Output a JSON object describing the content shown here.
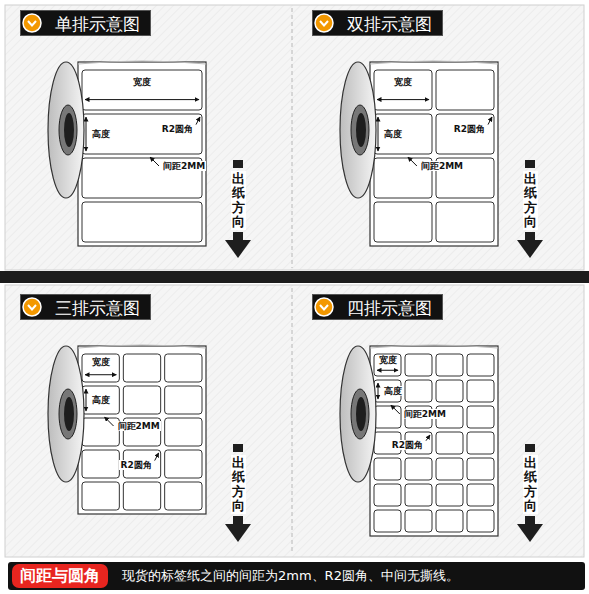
{
  "diagram": {
    "nodes": [
      {
        "text": [
          "单排示意图"
        ]
      },
      {
        "text": [
          "双排示意图"
        ]
      },
      {
        "text": [
          "三排示意图"
        ]
      },
      {
        "text": [
          "四排示意图"
        ]
      },
      {
        "text": [
          "现货的标签纸之间的间距为2mm、R2圆角、中间无撕线。"
        ]
      },
      {
        "text": [
          "间距与圆角"
        ],
        "in": 4
      }
    ],
    "labels": [
      "宽度",
      "高度",
      "R2圆角",
      "间距2MM",
      "出纸方向",
      "宽度",
      "高度",
      "R2圆角",
      "间距2MM",
      "出纸方向",
      "宽度",
      "高度",
      "间距2MM",
      "R2圆角",
      "出纸方向",
      "宽度",
      "高度",
      "间距2MM",
      "R2圆角",
      "出纸方向"
    ]
  }
}
